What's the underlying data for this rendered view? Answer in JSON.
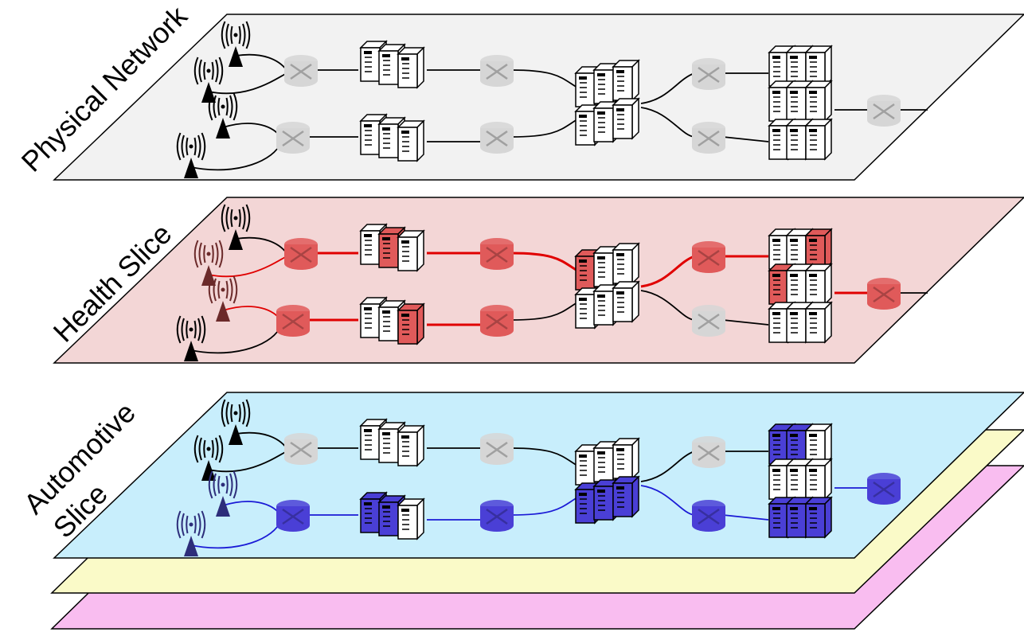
{
  "labels": {
    "physical": "Physical Network",
    "health": "Health Slice",
    "automotive_line1": "Automotive",
    "automotive_line2": "Slice"
  },
  "layers": [
    {
      "id": "physical",
      "plane_color": "#f2f2f2",
      "active_color": "#cfcfcf",
      "link_color": "#000000",
      "active_antennas": [],
      "active_routers": [],
      "active_servers": [],
      "active_links": []
    },
    {
      "id": "health",
      "plane_color": "#f3d6d6",
      "active_color": "#e05a5a",
      "link_color": "#e00000",
      "antenna_color": "#6b2a2a",
      "active_antennas": [
        1,
        2
      ],
      "active_routers": [
        0,
        1,
        2,
        3,
        4,
        7
      ],
      "active_servers": [
        [
          0,
          1
        ],
        [
          1,
          2
        ],
        [
          2,
          0
        ],
        [
          4,
          2
        ],
        [
          5,
          0
        ]
      ],
      "active_links": [
        "a1-r0",
        "a2-r1",
        "r0-s0",
        "r1-s1",
        "s0-r2",
        "s1-r3",
        "r2-s2",
        "r3-s2",
        "s2-r4",
        "r4-s4",
        "s5-r7"
      ]
    },
    {
      "id": "automotive",
      "plane_color": "#c8eefc",
      "active_color": "#4a3fd6",
      "link_color": "#1a1ad6",
      "antenna_color": "#2d2d7a",
      "active_antennas": [
        2,
        3
      ],
      "active_routers": [
        1,
        3,
        6,
        7
      ],
      "active_servers": [
        [
          1,
          0
        ],
        [
          1,
          1
        ],
        [
          3,
          0
        ],
        [
          3,
          1
        ],
        [
          3,
          2
        ],
        [
          4,
          0
        ],
        [
          4,
          1
        ],
        [
          6,
          0
        ],
        [
          6,
          1
        ],
        [
          6,
          2
        ]
      ],
      "active_links": [
        "a2-r1",
        "a3-r1",
        "r1-s1",
        "s1-r3",
        "r3-s3",
        "s3-r6",
        "r6-s6",
        "s5-r7"
      ]
    }
  ],
  "background_layers": [
    {
      "id": "yellow-slice",
      "plane_color": "#fafac8"
    },
    {
      "id": "pink-slice",
      "plane_color": "#f9bdf0"
    }
  ],
  "icons": {
    "antenna": "antenna-tower-icon",
    "router": "router-icon",
    "server": "server-stack-icon"
  },
  "legend_colors": {
    "health": "#e05a5a",
    "automotive": "#4a3fd6",
    "inactive": "#d0d0d0"
  }
}
